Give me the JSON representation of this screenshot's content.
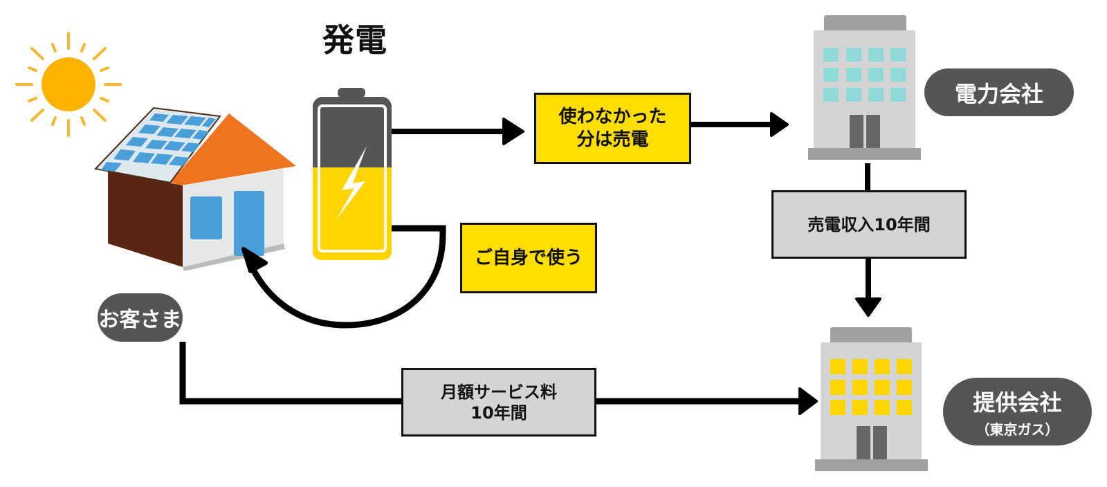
{
  "title": "発電",
  "boxes": {
    "unused_sell": {
      "line1": "使わなかった",
      "line2": "分は売電"
    },
    "self_use": {
      "label": "ご自身で使う"
    },
    "sales_income": {
      "label": "売電収入10年間"
    },
    "monthly_fee": {
      "line1": "月額サービス料",
      "line2": "10年間"
    }
  },
  "labels": {
    "power_company": "電力会社",
    "provider": "提供会社",
    "provider_sub": "（東京ガス）",
    "customer": "お客さま"
  },
  "icons": [
    "sun-icon",
    "solar-house-icon",
    "battery-icon",
    "power-company-building-icon",
    "provider-building-icon"
  ],
  "colors": {
    "yellow": "#ffde00",
    "box_gray": "#d4d4d4",
    "pill_gray": "#555555",
    "sun": "#ffb300",
    "roof_orange": "#f07320",
    "panel_blue": "#4a9fd8",
    "window_teal": "#8fdad8",
    "window_yellow": "#ffd400"
  }
}
